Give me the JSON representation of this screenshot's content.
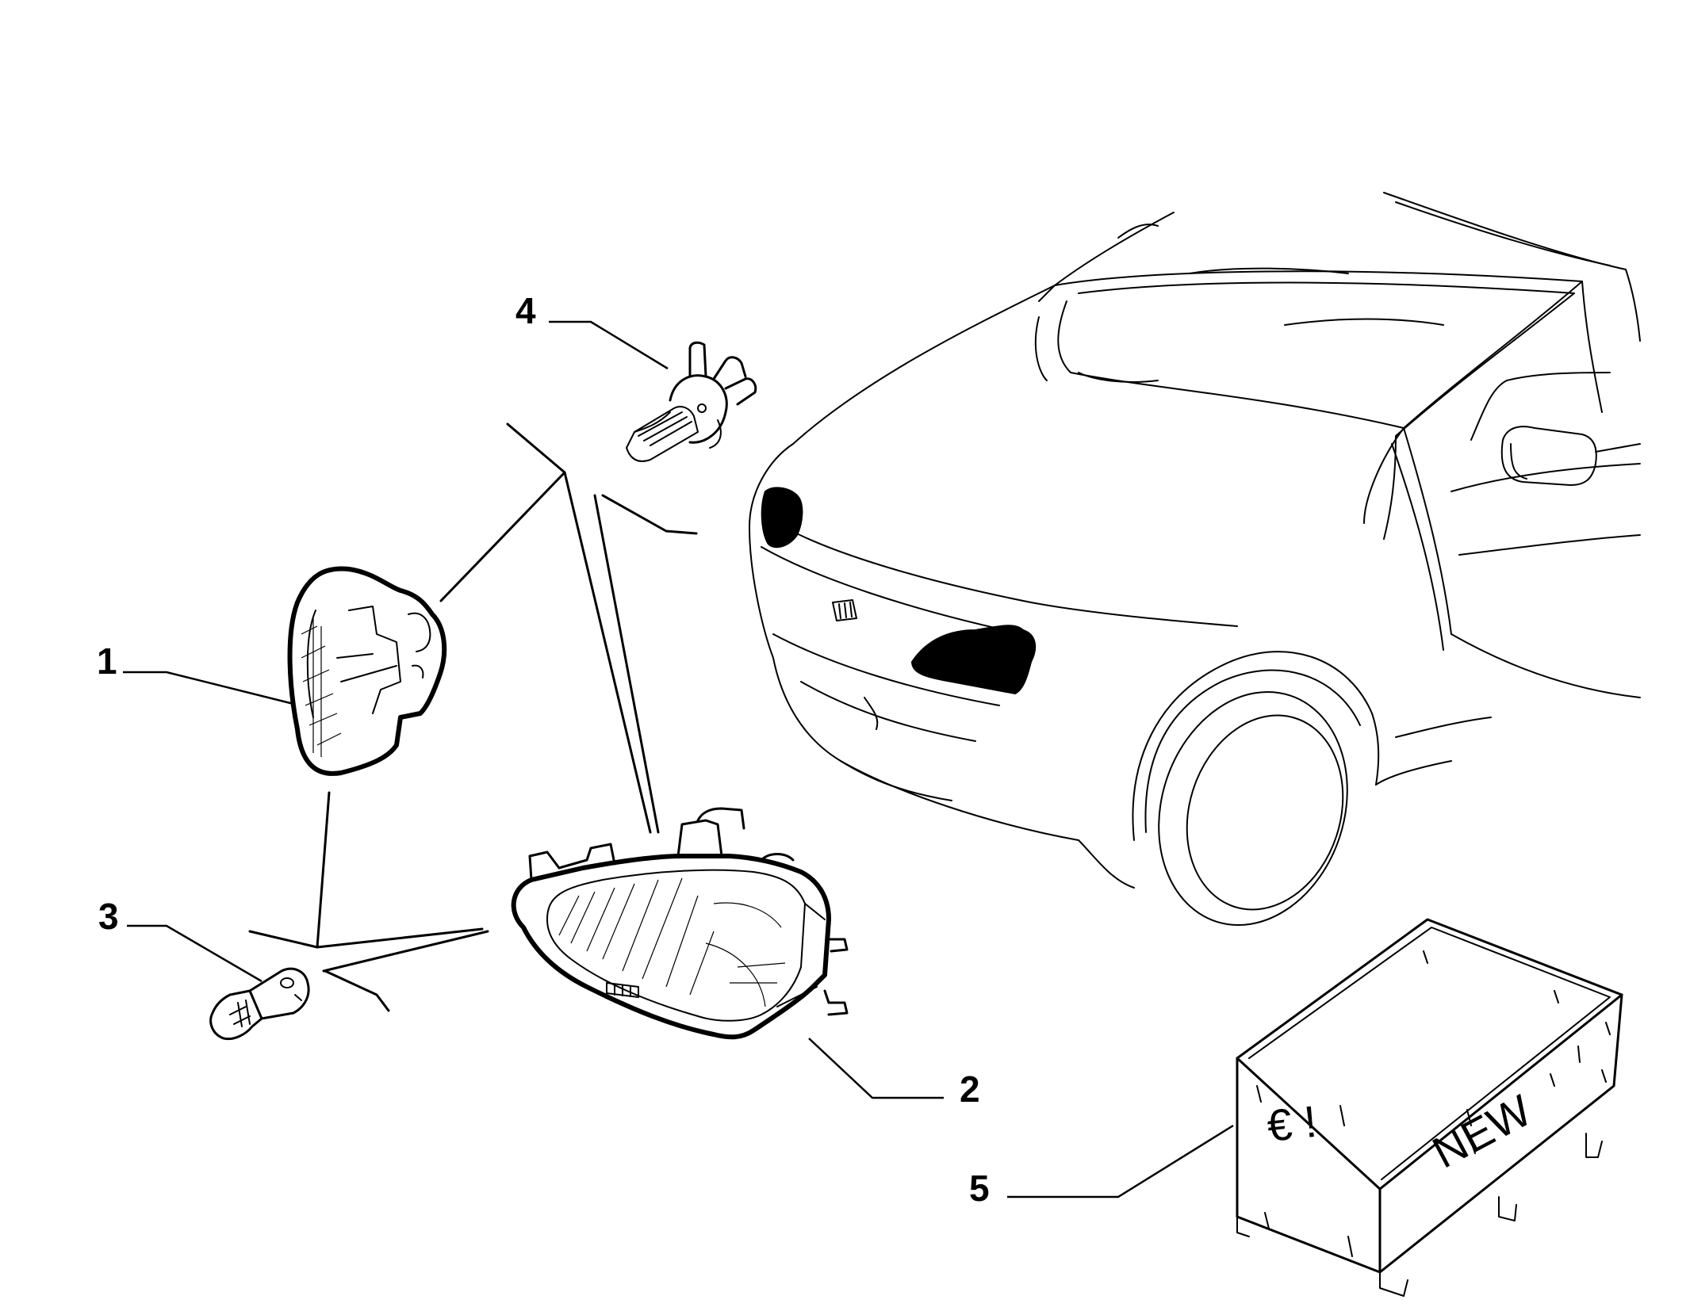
{
  "diagram": {
    "callouts": [
      {
        "id": "part-1",
        "label": "1",
        "part": "side-indicator-lamp"
      },
      {
        "id": "part-2",
        "label": "2",
        "part": "headlamp-unit"
      },
      {
        "id": "part-3",
        "label": "3",
        "part": "indicator-bulb"
      },
      {
        "id": "part-4",
        "label": "4",
        "part": "headlamp-bulb"
      },
      {
        "id": "part-5",
        "label": "5",
        "part": "new-parts-crate"
      }
    ],
    "crate": {
      "front_text": "€ !",
      "side_text": "NEW"
    },
    "colors": {
      "line": "#000000",
      "background": "#ffffff",
      "highlight_fill": "#000000"
    }
  }
}
